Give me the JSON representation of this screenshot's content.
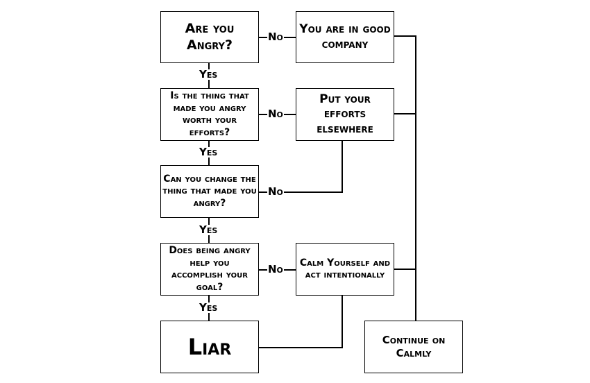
{
  "diagram": {
    "nodes": {
      "q_angry": "Are you Angry?",
      "a_good_company": "You are in good company",
      "q_worth_efforts": "Is the thing that made you angry worth your efforts?",
      "a_efforts_elsewhere": "Put your efforts elsewhere",
      "q_change_thing": "Can you change the thing that made you angry?",
      "q_help_goal": "Does being angry help you accomplish your goal?",
      "a_calm_yourself": "Calm Yourself and act intentionally",
      "liar": "Liar",
      "continue_calmly": "Continue on Calmly"
    },
    "edge_labels": {
      "no": "No",
      "yes": "Yes"
    },
    "edges": [
      {
        "from": "q_angry",
        "to": "a_good_company",
        "label": "No"
      },
      {
        "from": "q_angry",
        "to": "q_worth_efforts",
        "label": "Yes"
      },
      {
        "from": "q_worth_efforts",
        "to": "a_efforts_elsewhere",
        "label": "No"
      },
      {
        "from": "q_worth_efforts",
        "to": "q_change_thing",
        "label": "Yes"
      },
      {
        "from": "q_change_thing",
        "to": "a_efforts_elsewhere",
        "label": "No"
      },
      {
        "from": "q_change_thing",
        "to": "q_help_goal",
        "label": "Yes"
      },
      {
        "from": "q_help_goal",
        "to": "a_calm_yourself",
        "label": "No"
      },
      {
        "from": "q_help_goal",
        "to": "liar",
        "label": "Yes"
      },
      {
        "from": "liar",
        "to": "a_calm_yourself",
        "label": ""
      },
      {
        "from": "a_good_company",
        "to": "continue_calmly",
        "label": ""
      },
      {
        "from": "a_efforts_elsewhere",
        "to": "continue_calmly",
        "label": ""
      },
      {
        "from": "a_calm_yourself",
        "to": "continue_calmly",
        "label": ""
      }
    ]
  }
}
